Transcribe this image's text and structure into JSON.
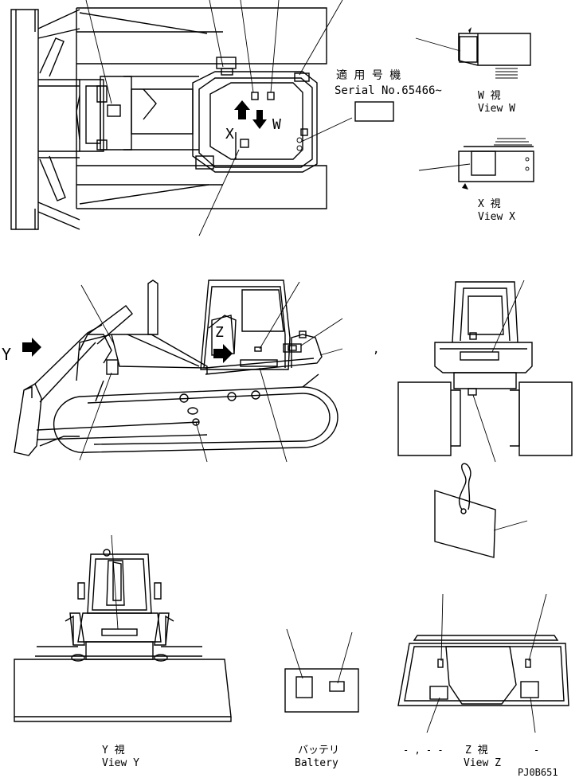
{
  "applicable_models": {
    "heading": "適 用 号 機",
    "serial": "Serial No.65466~"
  },
  "views": {
    "w": {
      "jp": "W 視",
      "en": "View W"
    },
    "x": {
      "jp": "X 視",
      "en": "View X"
    },
    "y": {
      "jp": "Y 視",
      "en": "View Y"
    },
    "z": {
      "jp": "Z 視",
      "en": "View Z"
    },
    "battery": {
      "jp": "バッテリ",
      "en": "Baltery"
    }
  },
  "view_letters": {
    "w": "W",
    "x": "X",
    "y": "Y",
    "z": "Z"
  },
  "marks": {
    "comma": ",",
    "z_dots": "- , - -",
    "z_dash": "-"
  },
  "drawing_number": "PJ0B651"
}
